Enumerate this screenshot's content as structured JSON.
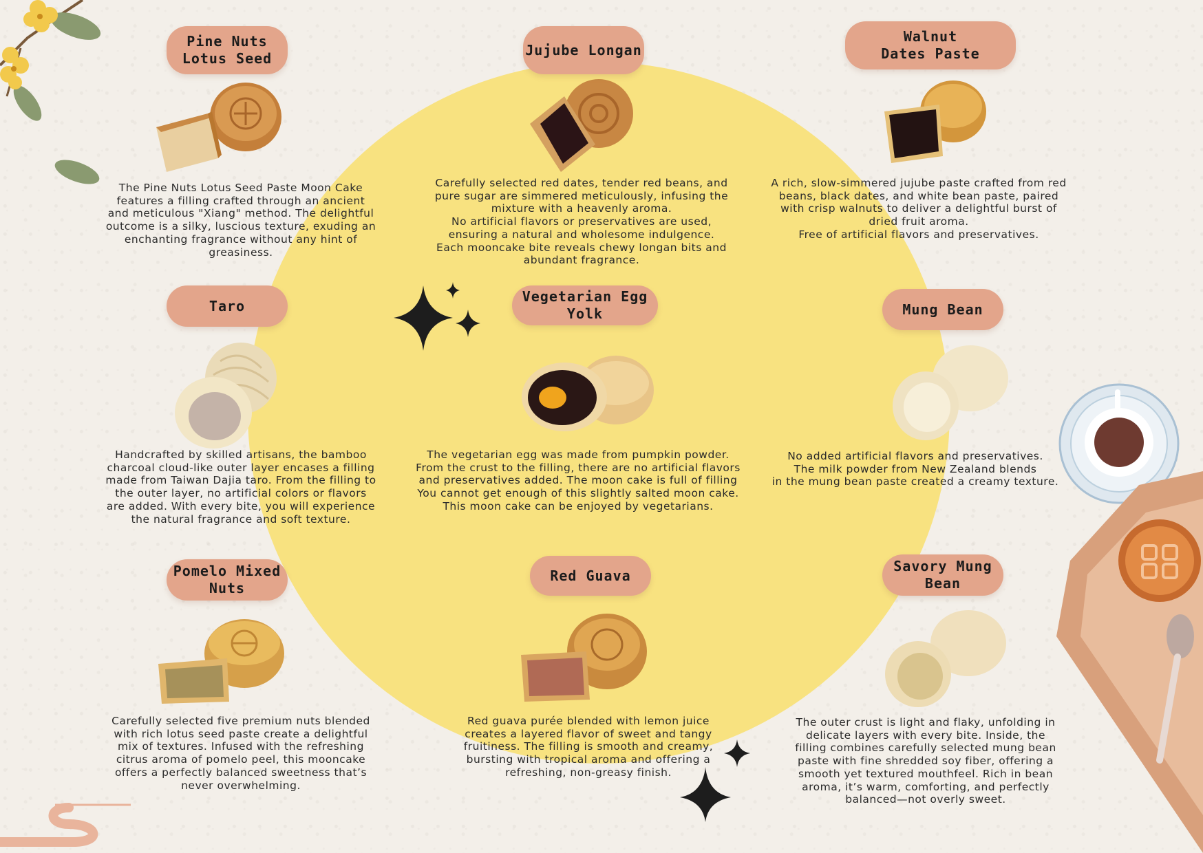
{
  "items": [
    {
      "name": "Pine Nuts\nLotus Seed",
      "description": "The Pine Nuts Lotus Seed Paste Moon Cake\nfeatures a filling crafted through an ancient\nand meticulous \"Xiang\" method. The delightful\noutcome is a silky, luscious texture, exuding an\nenchanting fragrance without any hint of\ngreasiness."
    },
    {
      "name": "Jujube Longan",
      "description": "Carefully selected red dates, tender red beans, and\npure sugar are simmered meticulously, infusing the\nmixture with a heavenly aroma.\nNo artificial flavors or preservatives are used,\nensuring a natural and wholesome indulgence.\nEach mooncake bite reveals chewy longan bits and\nabundant fragrance."
    },
    {
      "name": "Walnut\nDates Paste",
      "description": "A rich, slow-simmered jujube paste crafted from red\nbeans, black dates, and white bean paste, paired\nwith crisp walnuts to deliver a delightful burst of\ndried fruit aroma.\nFree of artificial flavors and preservatives."
    },
    {
      "name": "Taro",
      "description": "Handcrafted by skilled artisans, the bamboo\ncharcoal cloud-like outer layer encases a filling\nmade from Taiwan Dajia taro. From the filling to\nthe outer layer, no artificial colors or flavors\nare added. With every bite, you will experience\nthe natural fragrance and soft texture."
    },
    {
      "name": "Vegetarian Egg\nYolk",
      "description": "The vegetarian egg was made from pumpkin powder.\nFrom the crust to the filling, there are no artificial flavors\nand preservatives added. The moon cake is full of filling\nYou cannot get enough of this slightly salted moon cake.\nThis moon cake can be enjoyed by vegetarians."
    },
    {
      "name": "Mung Bean",
      "description": "No added artificial flavors and preservatives.\nThe milk powder from New Zealand blends\nin the mung bean paste created a creamy texture."
    },
    {
      "name": "Pomelo Mixed\nNuts",
      "description": "Carefully selected five premium nuts blended\nwith rich lotus seed paste create a delightful\nmix of textures. Infused with the refreshing\ncitrus aroma of pomelo peel, this mooncake\noffers a perfectly balanced sweetness that’s\nnever overwhelming."
    },
    {
      "name": "Red Guava",
      "description": "Red guava purée blended with lemon juice\ncreates a layered flavor of sweet and tangy\nfruitiness. The filling is smooth and creamy,\nbursting with tropical aroma and offering a\nrefreshing, non-greasy finish."
    },
    {
      "name": "Savory Mung\nBean",
      "description": "The outer crust is light and flaky, unfolding in\ndelicate layers with every bite. Inside, the\nfilling combines carefully selected mung bean\npaste with fine shredded soy fiber, offering a\nsmooth yet textured mouthfeel. Rich in bean\naroma, it’s warm, comforting, and perfectly\nbalanced—not overly sweet."
    }
  ],
  "colors": {
    "background": "#f3efe9",
    "moon": "#f8e280",
    "pill": "#e3a58b",
    "crust": "#d9a15c",
    "snow_skin": "#efe2c4"
  }
}
